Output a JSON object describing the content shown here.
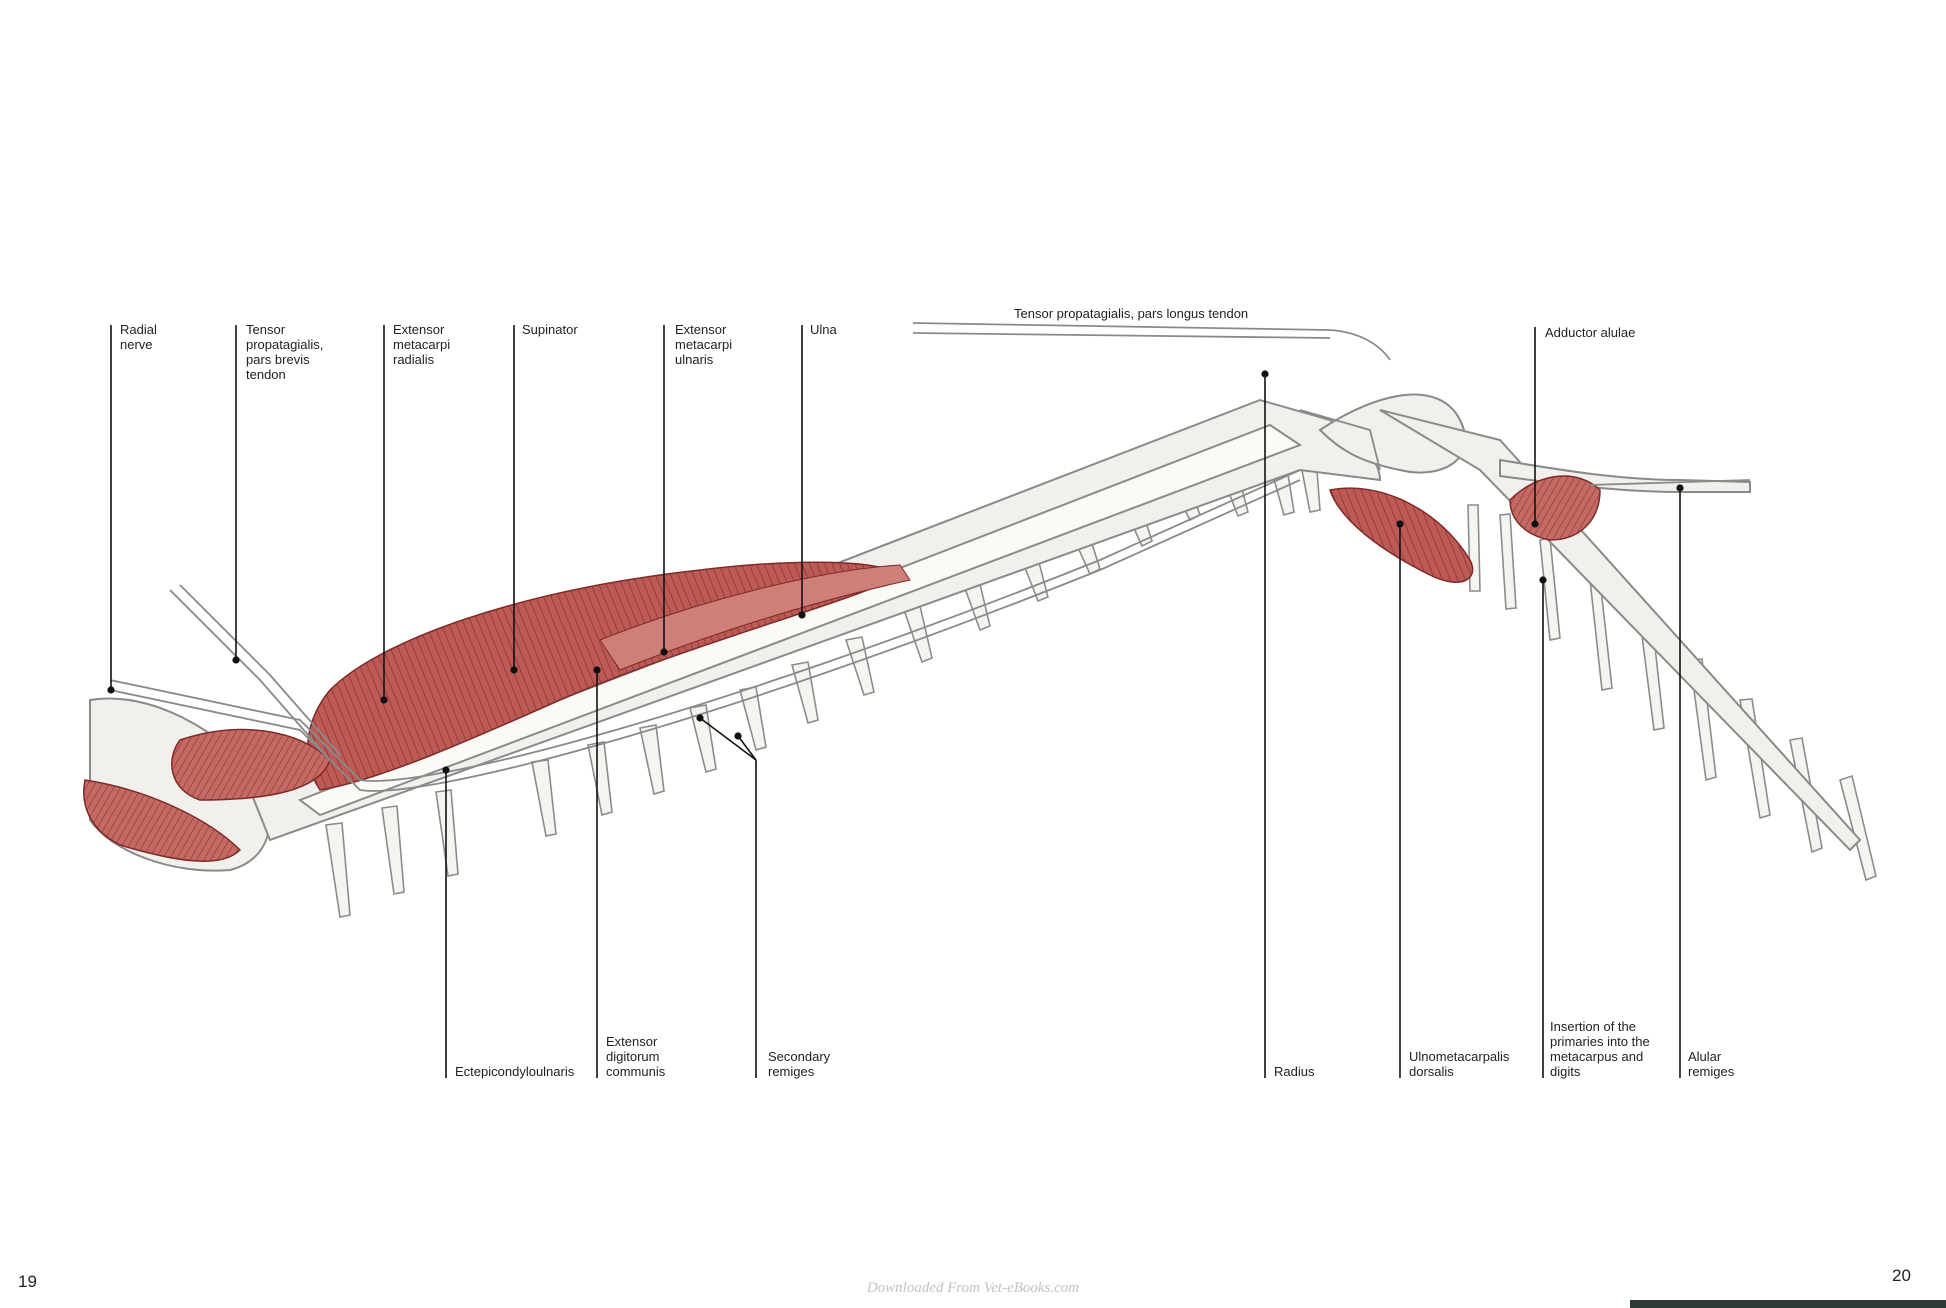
{
  "figure": {
    "labels": {
      "radial_nerve": "Radial\nnerve",
      "tensor_brevis": "Tensor\npropatagialis,\npars brevis\ntendon",
      "ext_metacarpi_radialis": "Extensor\nmetacarpi\nradialis",
      "supinator": "Supinator",
      "ext_metacarpi_ulnaris": "Extensor\nmetacarpi\nulnaris",
      "ulna": "Ulna",
      "tensor_longus": "Tensor propatagialis, pars longus tendon",
      "adductor_alulae": "Adductor alulae",
      "ectepicondyloulnaris": "Ectepicondyloulnaris",
      "ext_digitorum_communis": "Extensor\ndigitorum\ncommunis",
      "secondary_remiges": "Secondary\nremiges",
      "radius": "Radius",
      "ulnometacarpalis_dorsalis": "Ulnometacarpalis\ndorsalis",
      "insertion_primaries": "Insertion of the\nprimaries into the\nmetacarpus and\ndigits",
      "alular_remiges": "Alular\nremiges"
    }
  },
  "page": {
    "left_number": "19",
    "right_number": "20",
    "watermark": "Downloaded From Vet-eBooks.com"
  },
  "colors": {
    "muscle": "#b4514e",
    "muscle_light": "#d9928d",
    "bone": "#f1efea",
    "outline": "#8f8f8f",
    "leader": "#111111"
  }
}
